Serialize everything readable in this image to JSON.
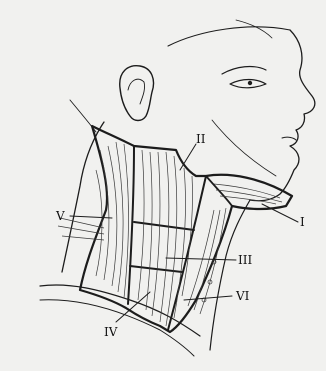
{
  "figure": {
    "labels": {
      "level_1": "I",
      "level_2": "II",
      "level_3": "III",
      "level_4": "IV",
      "level_5": "V",
      "level_6": "VI"
    }
  }
}
